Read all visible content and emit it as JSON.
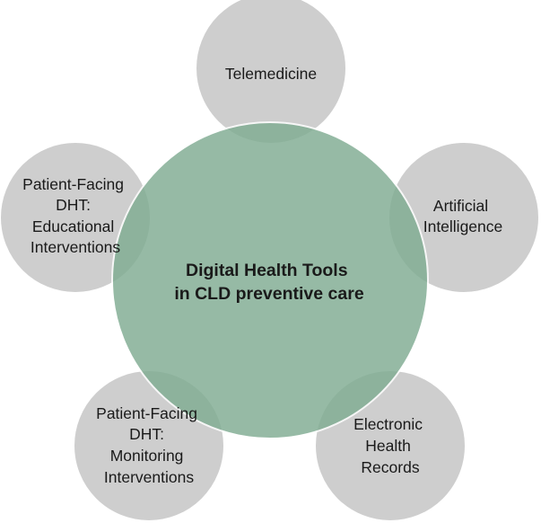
{
  "diagram": {
    "center": {
      "lines": [
        "Digital Health Tools",
        "in CLD preventive care"
      ]
    },
    "nodes": [
      {
        "id": "telemedicine",
        "lines": [
          "Telemedicine"
        ]
      },
      {
        "id": "artificial-intelligence",
        "lines": [
          "Artificial",
          "Intelligence"
        ]
      },
      {
        "id": "electronic-health-records",
        "lines": [
          "Electronic",
          "Health",
          "Records"
        ]
      },
      {
        "id": "monitoring-interventions",
        "lines": [
          "Patient-Facing",
          "DHT:",
          "Monitoring",
          "Interventions"
        ]
      },
      {
        "id": "educational-interventions",
        "lines": [
          "Patient-Facing",
          "DHT:",
          "Educational",
          "Interventions"
        ]
      }
    ],
    "colors": {
      "center_fill": "#7fac92",
      "node_fill": "#c9c9c9",
      "text": "#1a1a1a"
    }
  }
}
